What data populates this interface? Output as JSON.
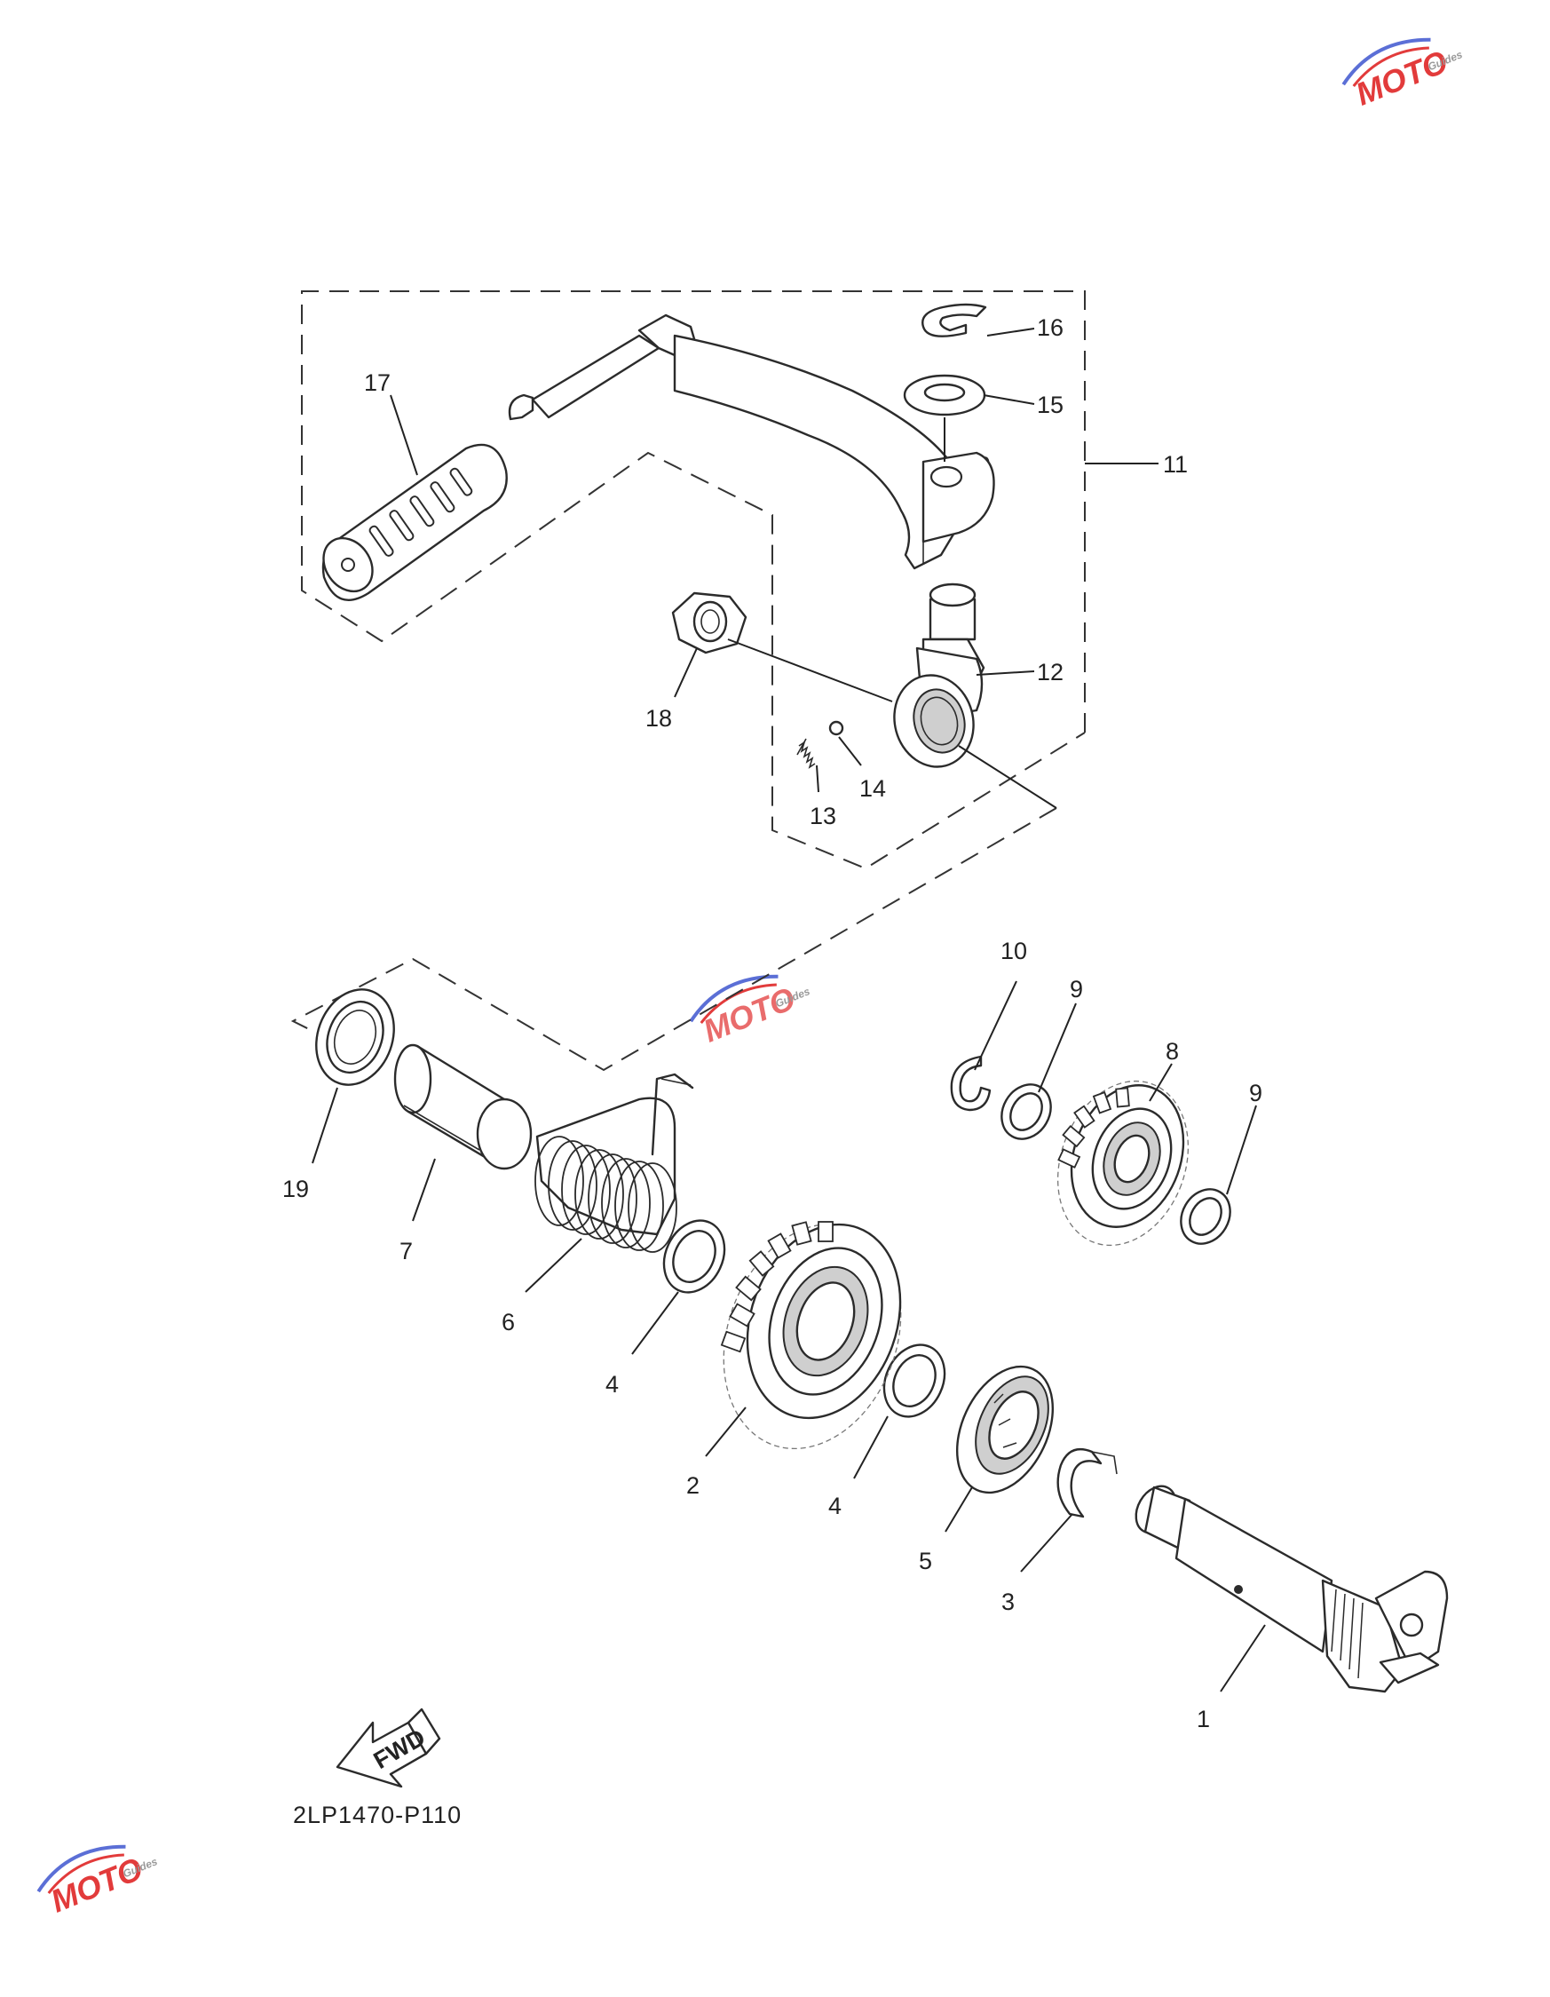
{
  "diagram": {
    "part_labels": {
      "p1": "1",
      "p2": "2",
      "p3": "3",
      "p4a": "4",
      "p4b": "4",
      "p5": "5",
      "p6": "6",
      "p7": "7",
      "p8": "8",
      "p9a": "9",
      "p9b": "9",
      "p10": "10",
      "p11": "11",
      "p12": "12",
      "p13": "13",
      "p14": "14",
      "p15": "15",
      "p16": "16",
      "p17": "17",
      "p18": "18",
      "p19": "19"
    },
    "fwd_label": "FWD",
    "drawing_code": "2LP1470-P110"
  },
  "watermark": {
    "brand": "MOTO",
    "tagline": "Guides",
    "colors": {
      "red": "#e23b3b",
      "blue": "#5b6fd6",
      "gray": "#9a9a9a"
    }
  }
}
